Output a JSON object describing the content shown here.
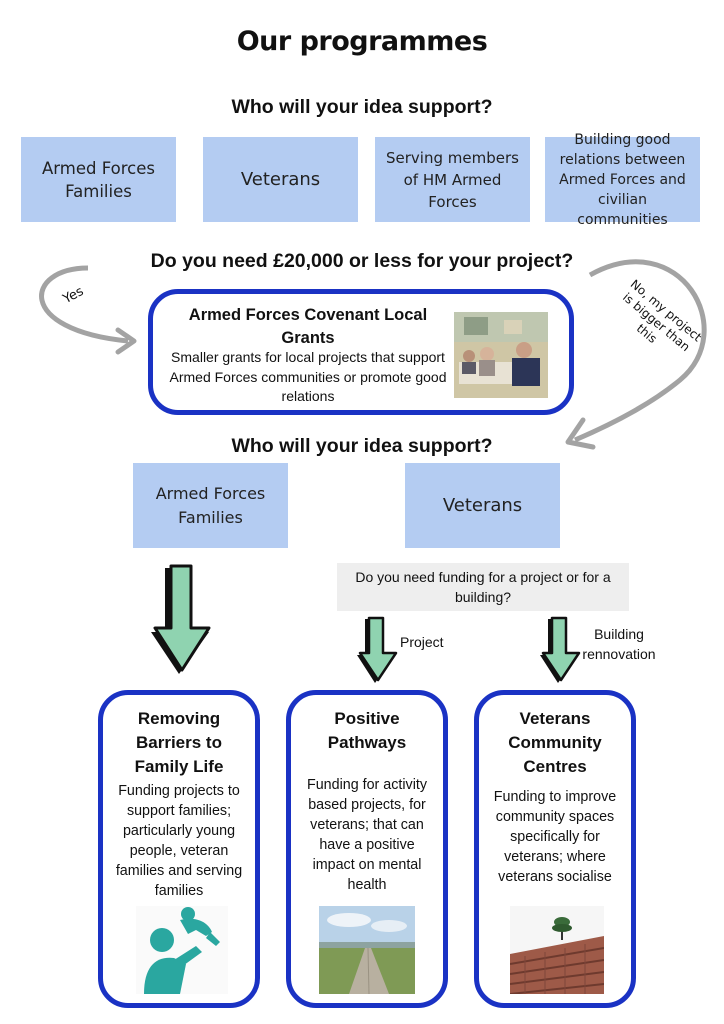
{
  "title": "Our programmes",
  "question_1": "Who will your idea support?",
  "audience_top": [
    "Armed Forces Families",
    "Veterans",
    "Serving members of HM Armed Forces",
    "Building good relations between Armed Forces and civilian communities"
  ],
  "question_2": "Do you need £20,000 or less for your project?",
  "yes_label": "Yes",
  "no_label": "No, my project is bigger than this",
  "local_grants": {
    "title": "Armed Forces Covenant Local Grants",
    "description": "Smaller grants for local projects that support Armed Forces communities or promote good relations"
  },
  "question_3": "Who will your idea support?",
  "audience_bottom": [
    "Armed Forces Families",
    "Veterans"
  ],
  "question_4": "Do you need funding for a project or for a building?",
  "project_label": "Project",
  "building_label": "Building rennovation",
  "programmes": [
    {
      "title": "Removing Barriers to Family Life",
      "description": "Funding projects to support families; particularly young people, veteran families and serving families"
    },
    {
      "title": "Positive Pathways",
      "description": "Funding for activity based projects, for veterans; that can have a positive impact on mental health"
    },
    {
      "title": "Veterans Community Centres",
      "description": "Funding to improve community spaces specifically for veterans; where veterans socialise"
    }
  ],
  "colors": {
    "box_blue": "#b4ccf2",
    "border_blue": "#1a32c4",
    "arrow_green": "#8fd3b0",
    "teal": "#2aa7a0"
  },
  "icons": [
    "grants-photo",
    "parent-child-icon",
    "boardwalk-photo",
    "roof-tiles-photo"
  ]
}
